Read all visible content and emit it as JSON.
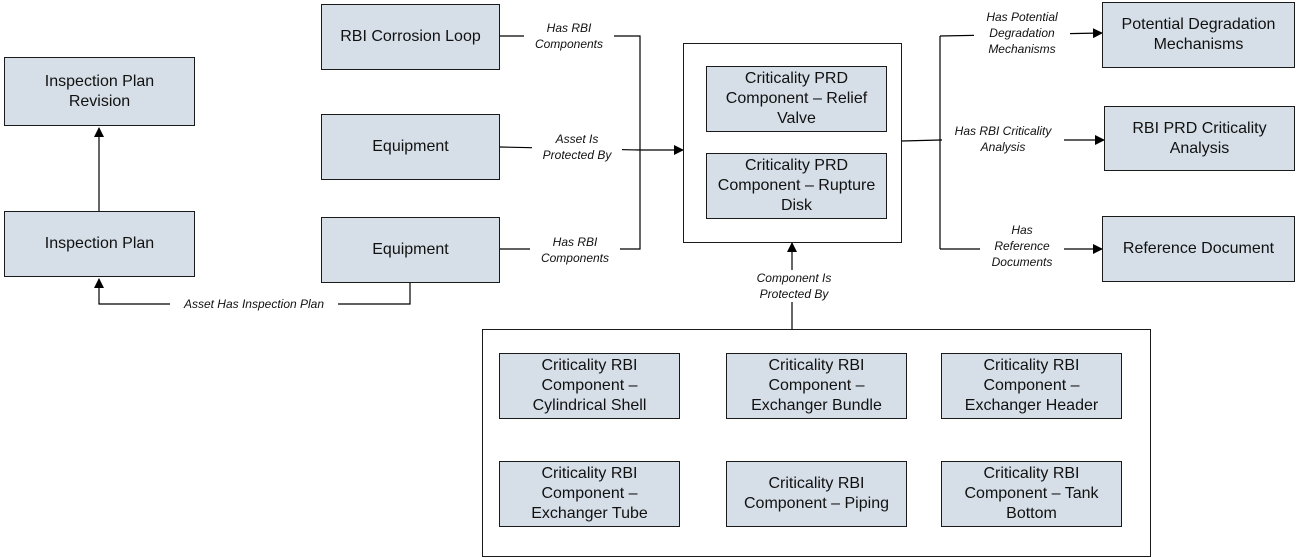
{
  "nodes": {
    "inspection_plan_revision": "Inspection Plan\nRevision",
    "inspection_plan": "Inspection Plan",
    "rbi_corrosion_loop": "RBI Corrosion Loop",
    "equipment_1": "Equipment",
    "equipment_2": "Equipment",
    "prd_relief_valve": "Criticality PRD\nComponent – Relief\nValve",
    "prd_rupture_disk": "Criticality PRD\nComponent – Rupture\nDisk",
    "potential_degradation": "Potential Degradation\nMechanisms",
    "rbi_prd_criticality": "RBI PRD Criticality\nAnalysis",
    "reference_document": "Reference Document",
    "rbi_cylindrical_shell": "Criticality RBI\nComponent –\nCylindrical Shell",
    "rbi_exchanger_bundle": "Criticality RBI\nComponent –\nExchanger Bundle",
    "rbi_exchanger_header": "Criticality RBI\nComponent –\nExchanger Header",
    "rbi_exchanger_tube": "Criticality RBI\nComponent –\nExchanger Tube",
    "rbi_piping": "Criticality RBI\nComponent – Piping",
    "rbi_tank_bottom": "Criticality RBI\nComponent – Tank\nBottom"
  },
  "edges": {
    "has_rbi_components_1": "Has RBI\nComponents",
    "asset_is_protected_by": "Asset Is\nProtected By",
    "has_rbi_components_2": "Has RBI\nComponents",
    "asset_has_inspection_plan": "Asset Has Inspection Plan",
    "component_is_protected_by": "Component Is\nProtected By",
    "has_potential_degradation": "Has Potential\nDegradation\nMechanisms",
    "has_rbi_criticality_analysis": "Has RBI Criticality\nAnalysis",
    "has_reference_documents": "Has\nReference\nDocuments"
  }
}
